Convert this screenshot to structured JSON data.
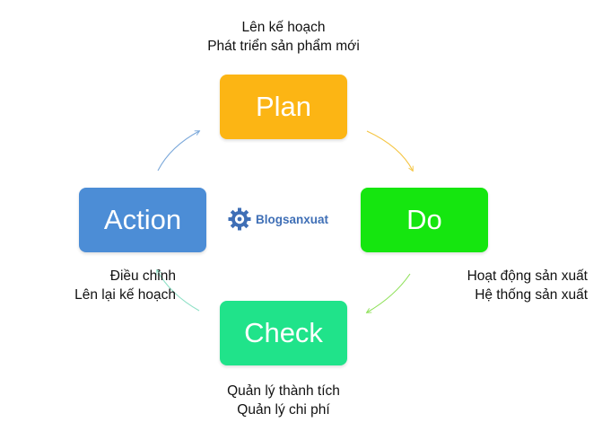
{
  "colors": {
    "plan": "#FCB514",
    "do": "#15E60F",
    "check": "#20E38A",
    "action": "#4C8DD6",
    "logo": "#3F6FB6"
  },
  "boxes": {
    "plan": "Plan",
    "do": "Do",
    "check": "Check",
    "action": "Action"
  },
  "notes": {
    "plan": [
      "Lên kế hoạch",
      "Phát triển sản phẩm mới"
    ],
    "do": [
      "Hoạt động sản xuất",
      "Hệ thống sản xuất"
    ],
    "check": [
      "Quản lý thành tích",
      "Quản lý chi phí"
    ],
    "action": [
      "Điều chỉnh",
      "Lên lại kế hoạch"
    ]
  },
  "logo": {
    "text": "Blogsanxuat",
    "icon": "gear-icon"
  }
}
